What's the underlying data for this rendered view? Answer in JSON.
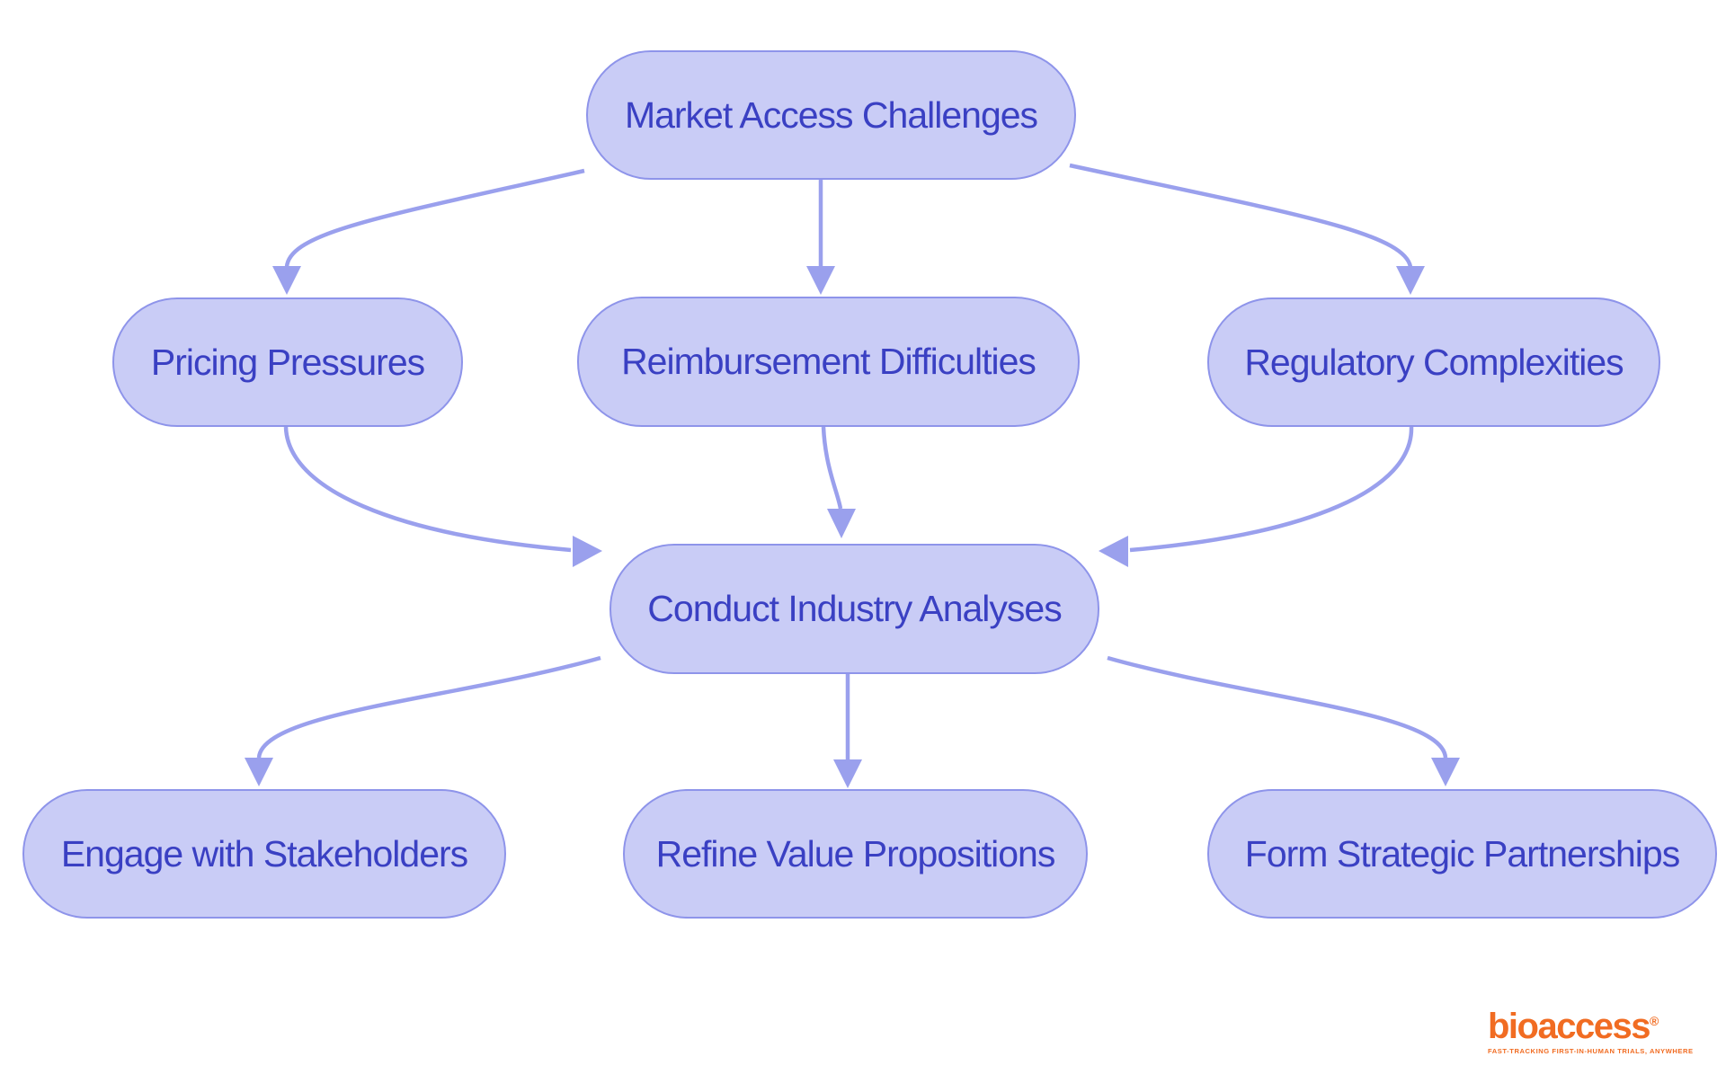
{
  "diagram": {
    "nodes": {
      "market": {
        "label": "Market Access Challenges"
      },
      "pricing": {
        "label": "Pricing Pressures"
      },
      "reimbursement": {
        "label": "Reimbursement Difficulties"
      },
      "regulatory": {
        "label": "Regulatory Complexities"
      },
      "conduct": {
        "label": "Conduct Industry Analyses"
      },
      "engage": {
        "label": "Engage with Stakeholders"
      },
      "refine": {
        "label": "Refine Value Propositions"
      },
      "form": {
        "label": "Form Strategic Partnerships"
      }
    },
    "edges": [
      {
        "from": "Market Access Challenges",
        "to": "Pricing Pressures"
      },
      {
        "from": "Market Access Challenges",
        "to": "Reimbursement Difficulties"
      },
      {
        "from": "Market Access Challenges",
        "to": "Regulatory Complexities"
      },
      {
        "from": "Pricing Pressures",
        "to": "Conduct Industry Analyses"
      },
      {
        "from": "Reimbursement Difficulties",
        "to": "Conduct Industry Analyses"
      },
      {
        "from": "Regulatory Complexities",
        "to": "Conduct Industry Analyses"
      },
      {
        "from": "Conduct Industry Analyses",
        "to": "Engage with Stakeholders"
      },
      {
        "from": "Conduct Industry Analyses",
        "to": "Refine Value Propositions"
      },
      {
        "from": "Conduct Industry Analyses",
        "to": "Form Strategic Partnerships"
      }
    ],
    "colors": {
      "node_fill": "#c9ccf6",
      "node_border": "#8e94ea",
      "node_text": "#3a40c3",
      "arrow": "#9aa0ed",
      "background": "#ffffff"
    }
  },
  "branding": {
    "logo_text": "bioaccess",
    "registered_mark": "®",
    "tagline": "FAST-TRACKING FIRST-IN-HUMAN TRIALS, ANYWHERE",
    "logo_color": "#f16c22"
  }
}
